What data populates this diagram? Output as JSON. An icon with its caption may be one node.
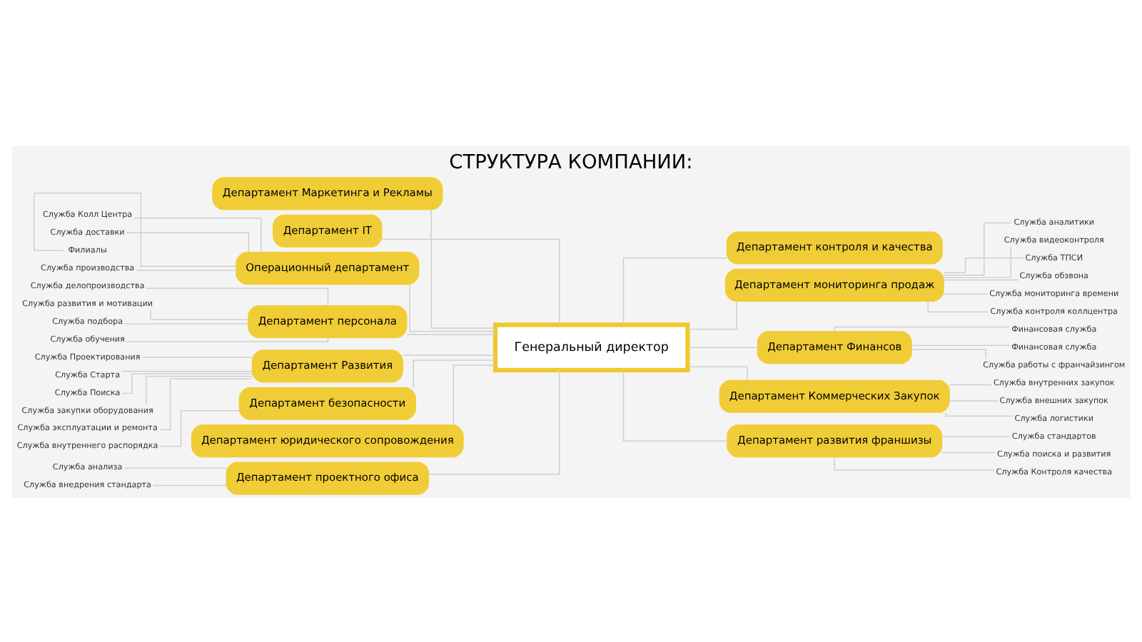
{
  "diagram": {
    "title": "СТРУКТУРА КОМПАНИИ:",
    "nodes": [
      {
        "text": [
          "Генеральный директор"
        ]
      },
      {
        "text": [
          "Департамент Маркетинга и Рекламы"
        ]
      },
      {
        "text": [
          "Департамент IT"
        ]
      },
      {
        "text": [
          "Департамент контроля и качества"
        ]
      },
      {
        "text": [
          "Операционный департамент"
        ]
      },
      {
        "text": [
          "Департамент мониторинга продаж"
        ]
      },
      {
        "text": [
          "Департамент персонала"
        ]
      },
      {
        "text": [
          "Департамент Финансов"
        ]
      },
      {
        "text": [
          "Департамент Развития"
        ]
      },
      {
        "text": [
          "Департамент Коммерческих Закупок"
        ]
      },
      {
        "text": [
          "Департамент безопасности"
        ]
      },
      {
        "text": [
          "Департамент развития франшизы"
        ]
      },
      {
        "text": [
          "Департамент юридического сопровождения"
        ]
      },
      {
        "text": [
          "Департамент проектного офиса"
        ]
      },
      {
        "text": [
          "Служба Колл Центра"
        ]
      },
      {
        "text": [
          "Служба доставки"
        ]
      },
      {
        "text": [
          "Филиалы"
        ]
      },
      {
        "text": [
          "Служба производства"
        ]
      },
      {
        "text": [
          "Служба делопроизводства"
        ]
      },
      {
        "text": [
          "Служба развития и мотивации"
        ]
      },
      {
        "text": [
          "Служба подбора"
        ]
      },
      {
        "text": [
          "Служба обучения"
        ]
      },
      {
        "text": [
          "Служба аналитики"
        ]
      },
      {
        "text": [
          "Служба видеоконтроля"
        ]
      },
      {
        "text": [
          "Служба ТПСИ"
        ]
      },
      {
        "text": [
          "Служба обзвона"
        ]
      },
      {
        "text": [
          "Служба мониторинга времени"
        ]
      },
      {
        "text": [
          "Служба контроля коллцентра"
        ]
      },
      {
        "text": [
          "Финансовая служба"
        ]
      },
      {
        "text": [
          "Финансовая служба"
        ]
      },
      {
        "text": [
          "Служба работы с франчайзингом"
        ]
      },
      {
        "text": [
          "Служба внутренних закупок"
        ]
      },
      {
        "text": [
          "Служба внешних закупок"
        ]
      },
      {
        "text": [
          "Служба логистики"
        ]
      },
      {
        "text": [
          "Служба Проектирования"
        ]
      },
      {
        "text": [
          "Служба Старта"
        ]
      },
      {
        "text": [
          "Служба Поиска"
        ]
      },
      {
        "text": [
          "Служба закупки оборудования"
        ]
      },
      {
        "text": [
          "Служба эксплуатации и ремонта"
        ]
      },
      {
        "text": [
          "Служба внутреннего распорядка"
        ]
      },
      {
        "text": [
          "Служба анализа"
        ]
      },
      {
        "text": [
          "Служба внедрения стандарта"
        ]
      },
      {
        "text": [
          "Служба стандартов"
        ]
      },
      {
        "text": [
          "Служба поиска и развития"
        ]
      },
      {
        "text": [
          "Служба Контроля качества"
        ]
      }
    ],
    "edges": [
      {
        "from": 0,
        "to": 1,
        "arrow": "none"
      },
      {
        "from": 0,
        "to": 2,
        "arrow": "none"
      },
      {
        "from": 0,
        "to": 3,
        "arrow": "none"
      },
      {
        "from": 0,
        "to": 4,
        "arrow": "none"
      },
      {
        "from": 0,
        "to": 5,
        "arrow": "none"
      },
      {
        "from": 0,
        "to": 6,
        "arrow": "none"
      },
      {
        "from": 0,
        "to": 7,
        "arrow": "none"
      },
      {
        "from": 0,
        "to": 8,
        "arrow": "none"
      },
      {
        "from": 0,
        "to": 9,
        "arrow": "none"
      },
      {
        "from": 0,
        "to": 10,
        "arrow": "none"
      },
      {
        "from": 0,
        "to": 11,
        "arrow": "none"
      },
      {
        "from": 0,
        "to": 12,
        "arrow": "none"
      },
      {
        "from": 0,
        "to": 13,
        "arrow": "none"
      },
      {
        "from": 4,
        "to": 14,
        "arrow": "none"
      },
      {
        "from": 4,
        "to": 15,
        "arrow": "none"
      },
      {
        "from": 4,
        "to": 16,
        "arrow": "none"
      },
      {
        "from": 4,
        "to": 17,
        "arrow": "none"
      },
      {
        "from": 6,
        "to": 18,
        "arrow": "none"
      },
      {
        "from": 6,
        "to": 19,
        "arrow": "none"
      },
      {
        "from": 6,
        "to": 20,
        "arrow": "none"
      },
      {
        "from": 6,
        "to": 21,
        "arrow": "none"
      },
      {
        "from": 5,
        "to": 22,
        "arrow": "none"
      },
      {
        "from": 5,
        "to": 23,
        "arrow": "none"
      },
      {
        "from": 5,
        "to": 24,
        "arrow": "none"
      },
      {
        "from": 5,
        "to": 25,
        "arrow": "none"
      },
      {
        "from": 5,
        "to": 26,
        "arrow": "none"
      },
      {
        "from": 5,
        "to": 27,
        "arrow": "none"
      },
      {
        "from": 7,
        "to": 28,
        "arrow": "none"
      },
      {
        "from": 7,
        "to": 29,
        "arrow": "none"
      },
      {
        "from": 7,
        "to": 30,
        "arrow": "none"
      },
      {
        "from": 9,
        "to": 31,
        "arrow": "none"
      },
      {
        "from": 9,
        "to": 32,
        "arrow": "none"
      },
      {
        "from": 9,
        "to": 33,
        "arrow": "none"
      },
      {
        "from": 8,
        "to": 34,
        "arrow": "none"
      },
      {
        "from": 8,
        "to": 35,
        "arrow": "none"
      },
      {
        "from": 8,
        "to": 36,
        "arrow": "none"
      },
      {
        "from": 8,
        "to": 37,
        "arrow": "none"
      },
      {
        "from": 8,
        "to": 38,
        "arrow": "none"
      },
      {
        "from": 10,
        "to": 39,
        "arrow": "none"
      },
      {
        "from": 13,
        "to": 40,
        "arrow": "none"
      },
      {
        "from": 13,
        "to": 41,
        "arrow": "none"
      },
      {
        "from": 11,
        "to": 42,
        "arrow": "none"
      },
      {
        "from": 11,
        "to": 43,
        "arrow": "none"
      },
      {
        "from": 11,
        "to": 44,
        "arrow": "none"
      }
    ]
  }
}
